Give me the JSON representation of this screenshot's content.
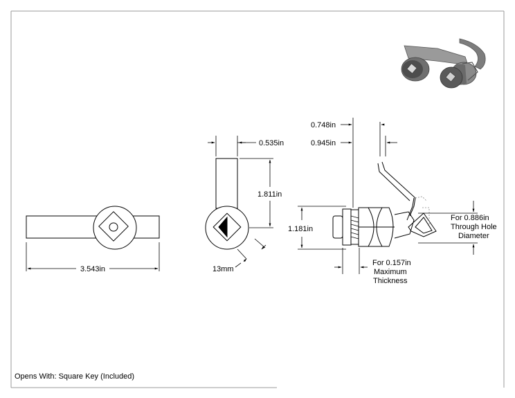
{
  "dimensions": {
    "length": "3.543in",
    "key_size": "13mm",
    "arm_width": "0.535in",
    "arm_height": "1.811in",
    "body_height": "1.181in",
    "offset_a": "0.748in",
    "offset_b": "0.945in"
  },
  "notes": {
    "through_hole": [
      "For 0.886in",
      "Through Hole",
      "Diameter"
    ],
    "max_thickness": [
      "For 0.157in",
      "Maximum",
      "Thickness"
    ]
  },
  "caption": "Opens With: Square Key (Included)",
  "colors": {
    "line": "#000000",
    "hidden": "#888888",
    "metal": "#8a8a8a"
  }
}
